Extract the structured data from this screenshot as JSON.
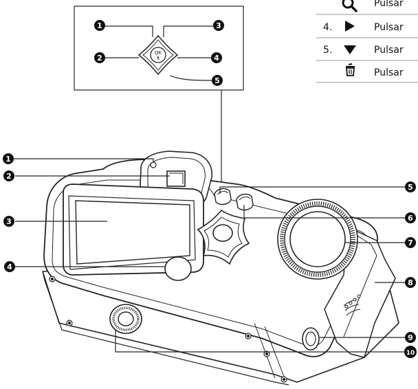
{
  "table": {
    "rows": [
      {
        "num": "",
        "icon": "zoom-icon",
        "text": "Pulsar"
      },
      {
        "num": "4.",
        "icon": "play-icon",
        "text": "Pulsar"
      },
      {
        "num": "5.",
        "icon": "down-triangle-icon",
        "text": "Pulsar"
      },
      {
        "num": "",
        "icon": "trash-icon",
        "text": "Pulsar"
      }
    ]
  },
  "inset": {
    "center_label": "OK",
    "callouts": [
      "❶",
      "❷",
      "❸",
      "❹",
      "❺"
    ]
  },
  "camera_callouts": [
    "❶",
    "❷",
    "❸",
    "❹",
    "❺",
    "❻",
    "❼",
    "❽",
    "❾",
    "❿"
  ]
}
